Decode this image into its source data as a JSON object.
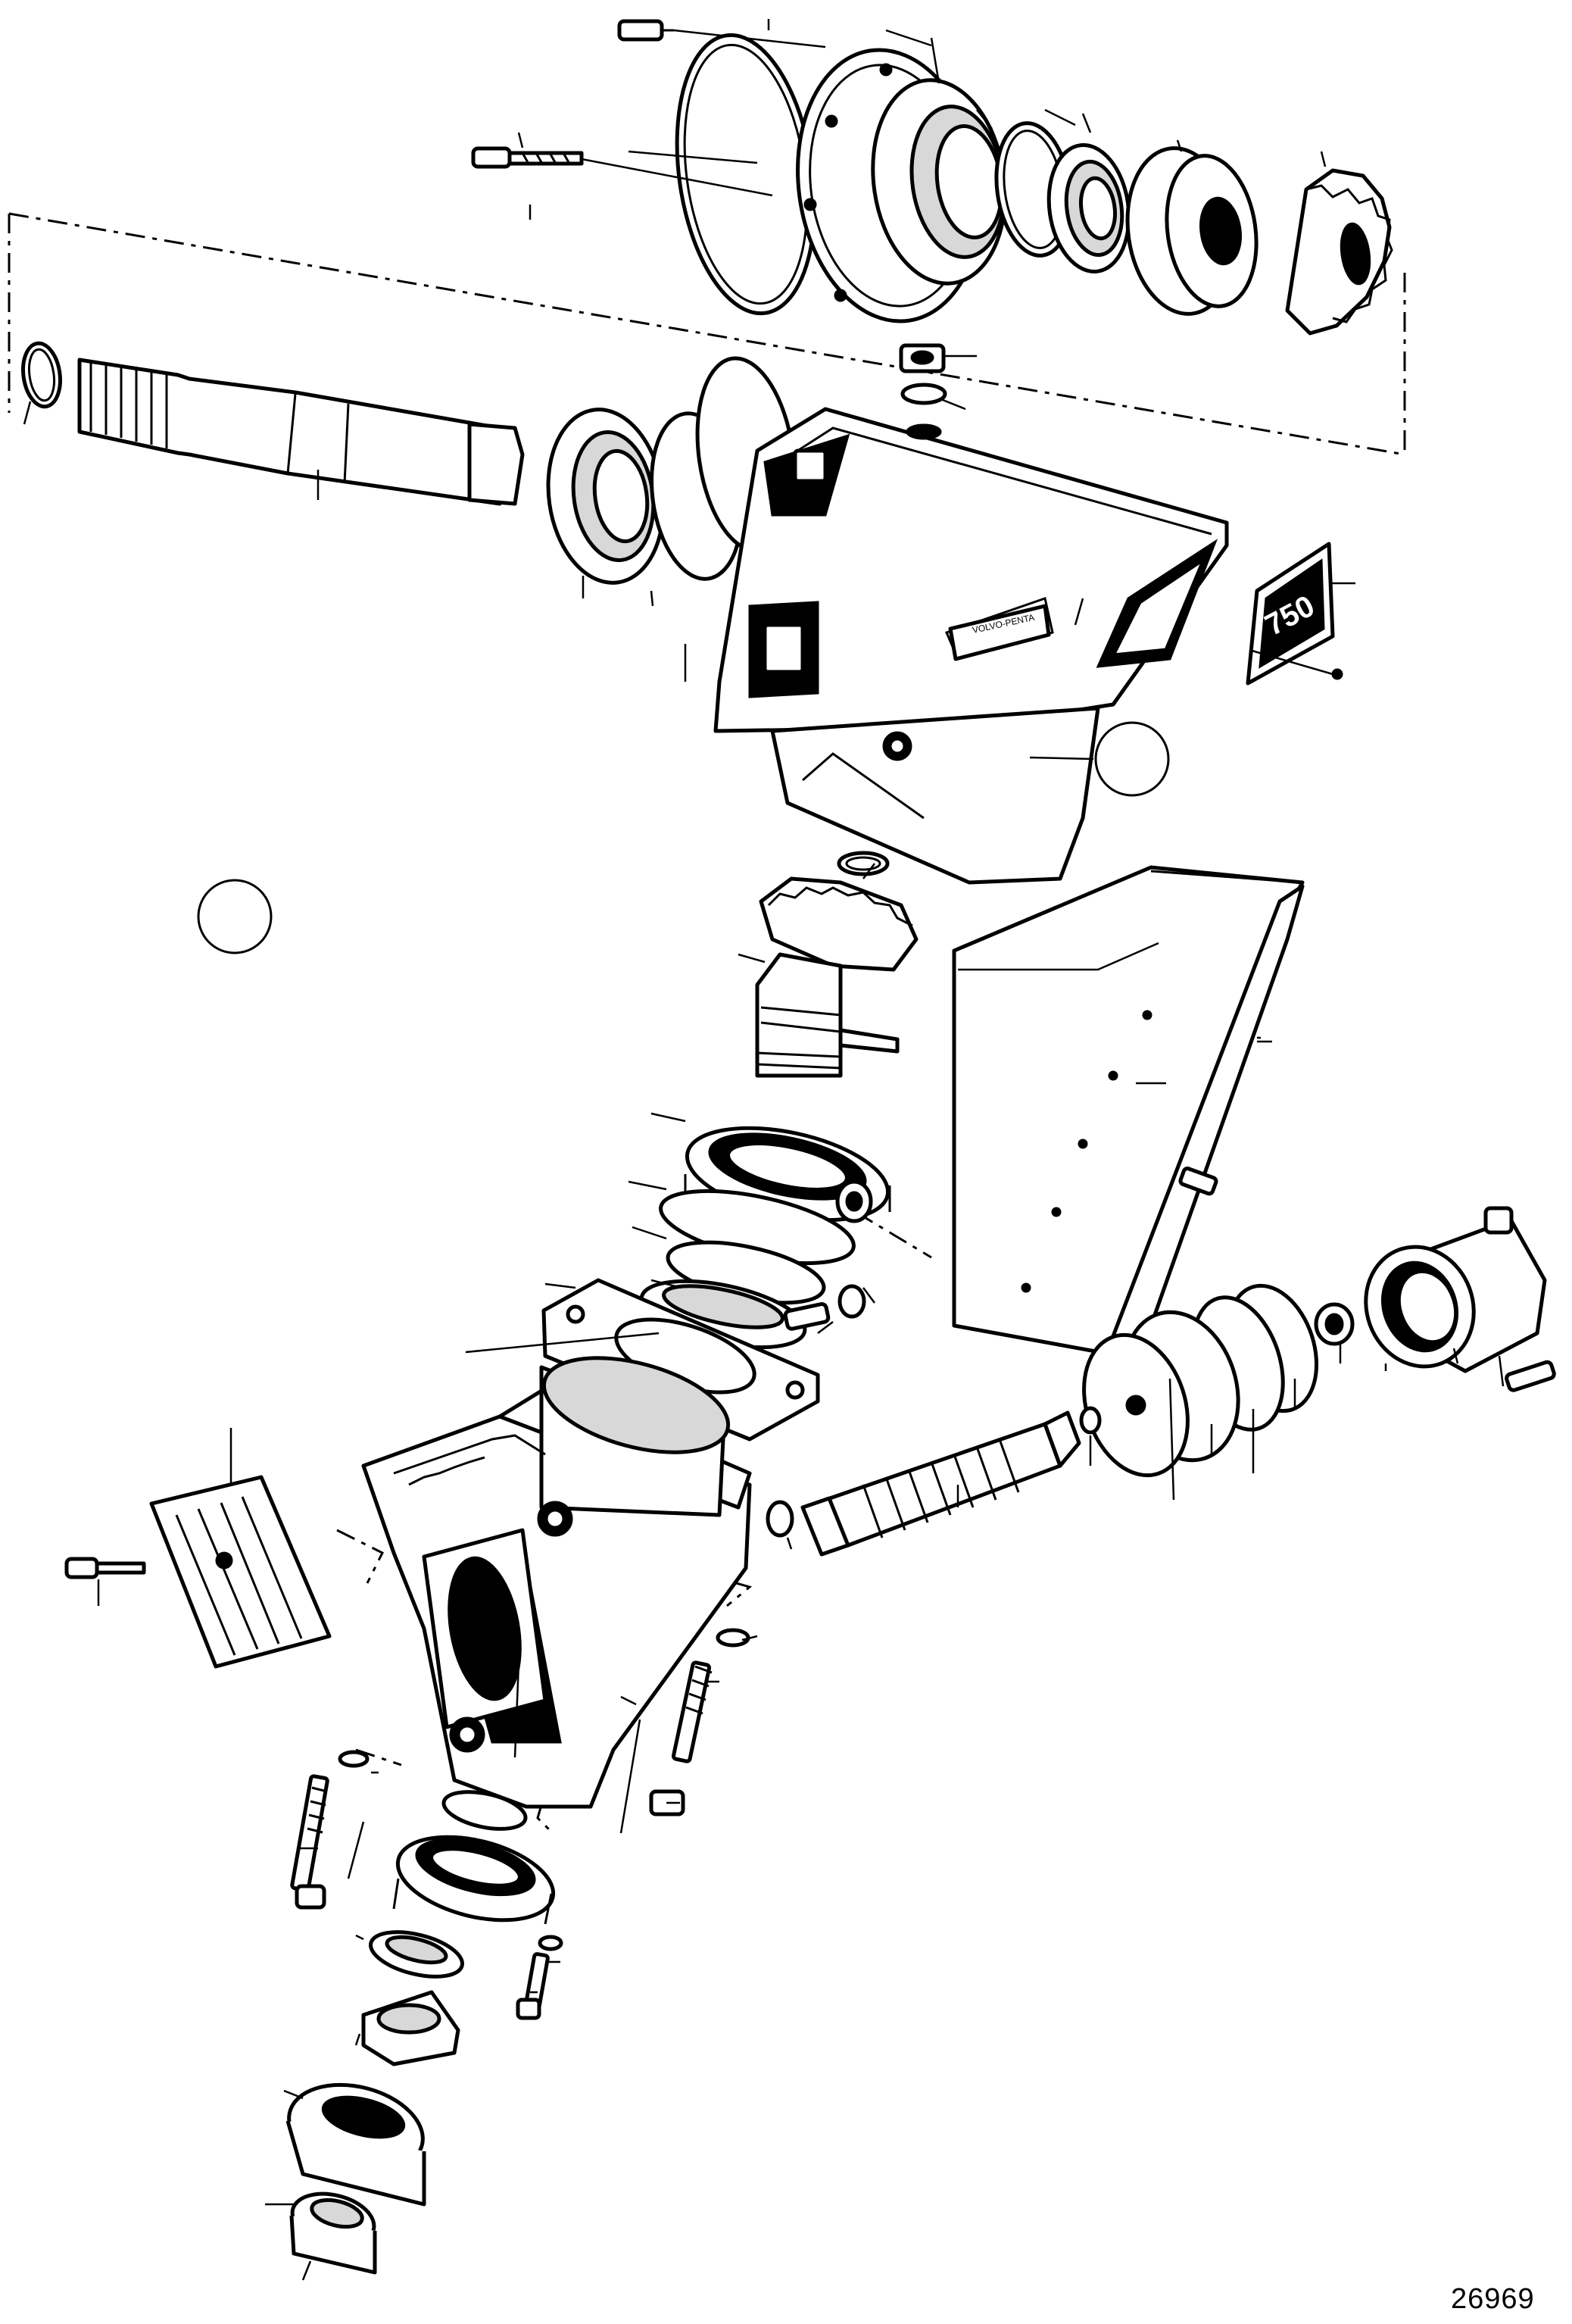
{
  "figure_number": "26969",
  "badge_text": "750",
  "nameplate_text": "VOLVO-PENTA",
  "colors": {
    "ink": "#000000",
    "paper": "#ffffff"
  }
}
